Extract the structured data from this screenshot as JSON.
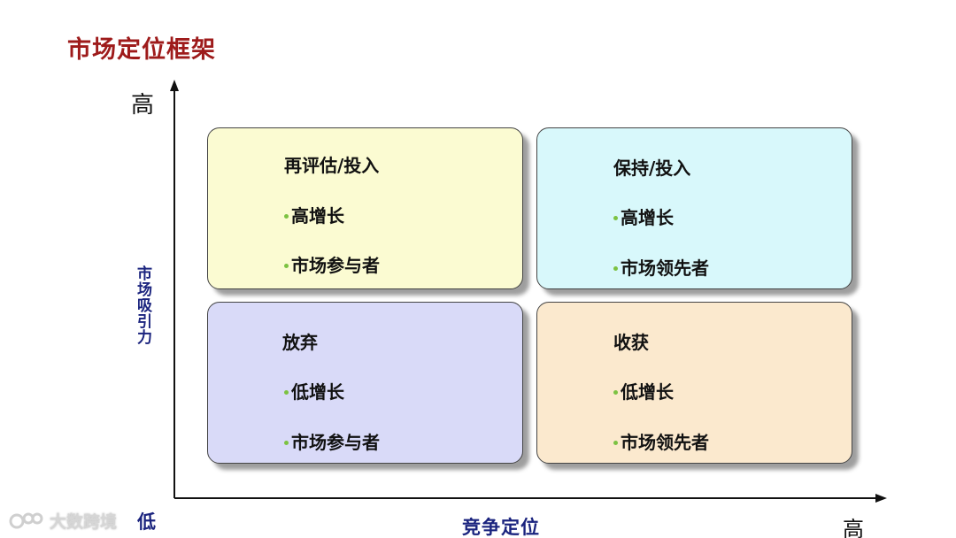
{
  "title": "市场定位框架",
  "axes": {
    "y_high": "高",
    "y_low": "低",
    "x_high": "高",
    "y_label": "市场吸引力",
    "x_label": "竞争定位"
  },
  "quadrants": {
    "top_left": {
      "heading": "再评估/投入",
      "items": [
        "高增长",
        "市场参与者"
      ]
    },
    "top_right": {
      "heading": "保持/投入",
      "items": [
        "高增长",
        "市场领先者"
      ]
    },
    "bottom_left": {
      "heading": "放弃",
      "items": [
        "低增长",
        "市场参与者"
      ]
    },
    "bottom_right": {
      "heading": "收获",
      "items": [
        "低增长",
        "市场领先者"
      ]
    }
  },
  "watermark": {
    "text": "大数跨境"
  },
  "colors": {
    "title": "#9e1b1b",
    "axis_label": "#1a237e",
    "bullet": "#7cc242",
    "q_top_left": "#fbfbd2",
    "q_top_right": "#d8f8fb",
    "q_bottom_left": "#d9daf8",
    "q_bottom_right": "#fbe9ce"
  }
}
